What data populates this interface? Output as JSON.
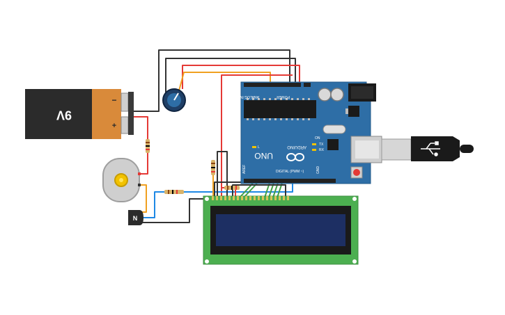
{
  "battery": {
    "label": "9V",
    "minus_symbol": "−",
    "plus_symbol": "+",
    "color_body": "#2b2b2b",
    "color_top": "#d98a3a"
  },
  "arduino": {
    "brand": "ARDUINO",
    "model": "UNO",
    "header_power": "POWER",
    "header_analog": "ANALOG IN",
    "header_digital": "DIGITAL (PWM ~)",
    "label_aref": "AREF",
    "label_gnd": "GND",
    "label_tx": "TX",
    "label_rx": "RX",
    "label_l": "L",
    "label_on": "ON",
    "label_ioref": "IOREF",
    "label_reset": "RESET",
    "color_board": "#2e6ea6"
  },
  "transistor": {
    "label": "N"
  },
  "lcd": {
    "color_board": "#4caf50",
    "color_screen": "#1d2f63"
  },
  "wires": {
    "black": "#333333",
    "red": "#e53935",
    "orange": "#f0a020",
    "green": "#43a047",
    "blue": "#1e88e5"
  }
}
